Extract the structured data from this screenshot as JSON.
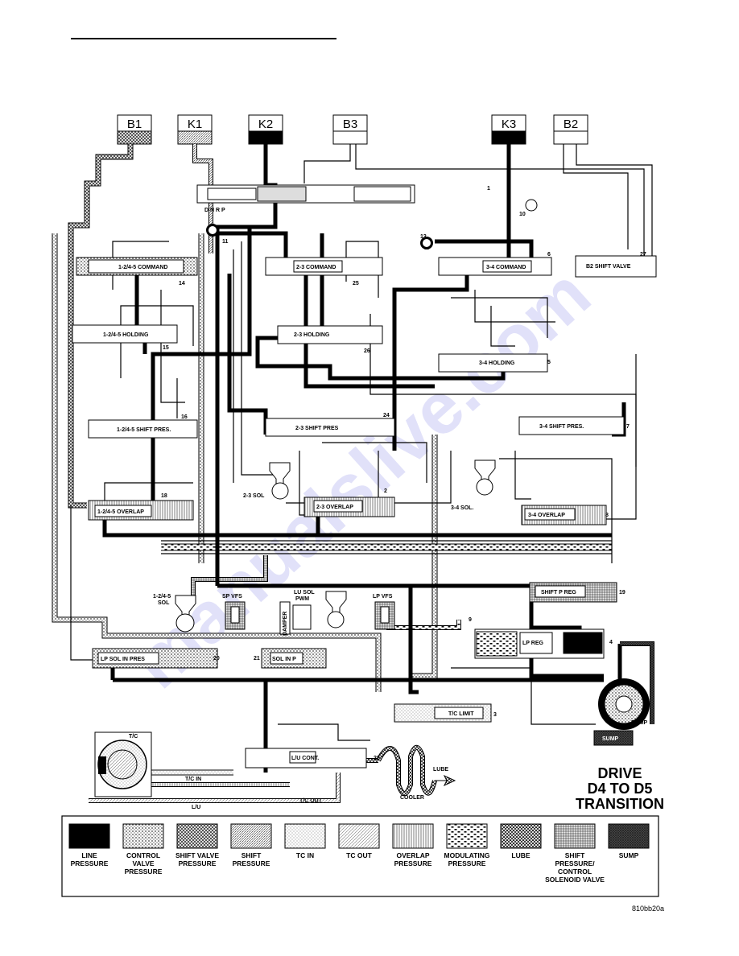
{
  "clutches": [
    {
      "id": "b1",
      "label": "B1",
      "pattern": "shift-valve"
    },
    {
      "id": "k1",
      "label": "K1",
      "pattern": "shift"
    },
    {
      "id": "k2",
      "label": "K2",
      "pattern": "line"
    },
    {
      "id": "b3",
      "label": "B3",
      "pattern": "none"
    },
    {
      "id": "k3",
      "label": "K3",
      "pattern": "line"
    },
    {
      "id": "b2",
      "label": "B2",
      "pattern": "none"
    }
  ],
  "selector": {
    "positions": "D  N  R  P"
  },
  "valves": {
    "v1245_command": "1-2/4-5 COMMAND",
    "v23_command": "2-3 COMMAND",
    "v34_command": "3-4 COMMAND",
    "b2_shift": "B2 SHIFT VALVE",
    "v1245_holding": "1-2/4-5 HOLDING",
    "v23_holding": "2-3 HOLDING",
    "v34_holding": "3-4 HOLDING",
    "v1245_shift_pres": "1-2/4-5 SHIFT PRES.",
    "v23_shift_pres": "2-3 SHIFT PRES",
    "v34_shift_pres": "3-4 SHIFT PRES.",
    "v1245_overlap": "1-2/4-5 OVERLAP",
    "v23_overlap": "2-3 OVERLAP",
    "v34_overlap": "3-4 OVERLAP",
    "shift_p_reg": "SHIFT P REG",
    "lp_reg": "LP REG",
    "lp_sol_in_pres": "LP SOL IN PRES",
    "sol_in_p": "SOL IN P",
    "tc_limit": "T/C LIMIT",
    "lu_cont": "L/U CONT."
  },
  "solenoids": {
    "s23": "2-3 SOL",
    "s34": "3-4 SOL.",
    "s1245a": "1-2/4-5",
    "s1245b": "SOL",
    "spvfs": "SP VFS",
    "lusol_a": "LU SOL",
    "lusol_b": "PWM",
    "lpvfs": "LP VFS",
    "damper": "DAMPER"
  },
  "components": {
    "tc": "T/C",
    "pump": "PUMP",
    "sump": "SUMP",
    "cooler": "COOLER",
    "lube": "LUBE",
    "tc_in": "T/C IN",
    "tc_out": "T/C OUT",
    "lu": "L/U"
  },
  "numbers": [
    "1",
    "2",
    "3",
    "4",
    "5",
    "6",
    "7",
    "8",
    "9",
    "10",
    "11",
    "13",
    "14",
    "15",
    "16",
    "18",
    "19",
    "20",
    "21",
    "22",
    "24",
    "25",
    "26",
    "27"
  ],
  "title": {
    "line1": "DRIVE",
    "line2": "D4 TO D5",
    "line3": "TRANSITION"
  },
  "legend": [
    {
      "id": "line",
      "lines": [
        "LINE",
        "PRESSURE"
      ],
      "pattern": "line"
    },
    {
      "id": "control",
      "lines": [
        "CONTROL",
        "VALVE",
        "PRESSURE"
      ],
      "pattern": "control"
    },
    {
      "id": "shiftvalve",
      "lines": [
        "SHIFT VALVE",
        "PRESSURE"
      ],
      "pattern": "shift-valve"
    },
    {
      "id": "shift",
      "lines": [
        "SHIFT",
        "PRESSURE"
      ],
      "pattern": "shift"
    },
    {
      "id": "tcin",
      "lines": [
        "TC IN"
      ],
      "pattern": "tcin"
    },
    {
      "id": "tcout",
      "lines": [
        "TC OUT"
      ],
      "pattern": "tcout"
    },
    {
      "id": "overlap",
      "lines": [
        "OVERLAP",
        "PRESSURE"
      ],
      "pattern": "overlap"
    },
    {
      "id": "modulating",
      "lines": [
        "MODULATING",
        "PRESSURE"
      ],
      "pattern": "modulating"
    },
    {
      "id": "lube",
      "lines": [
        "LUBE"
      ],
      "pattern": "lube"
    },
    {
      "id": "shiftcontrol",
      "lines": [
        "SHIFT",
        "PRESSURE/",
        "CONTROL",
        "SOLENOID VALVE"
      ],
      "pattern": "shiftcontrol"
    },
    {
      "id": "sump",
      "lines": [
        "SUMP"
      ],
      "pattern": "sump"
    }
  ],
  "figure_code": "810bb20a",
  "watermark": "manualslive.com"
}
